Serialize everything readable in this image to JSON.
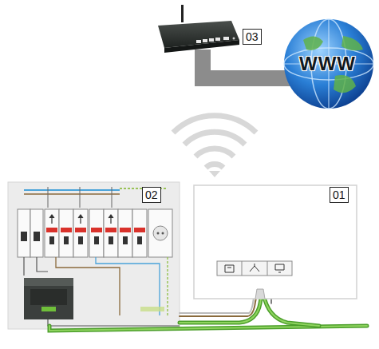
{
  "diagram": {
    "labels": [
      "03",
      "WWW",
      "02",
      "01"
    ]
  }
}
